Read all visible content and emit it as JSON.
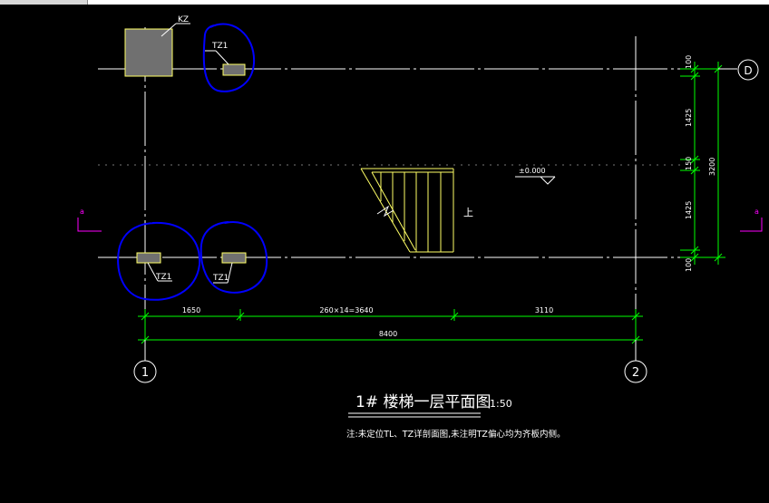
{
  "labels": {
    "kz": "KZ",
    "tz": "TZ1",
    "up": "上",
    "level": "±0.000",
    "section_mark": "a"
  },
  "grid": {
    "axis_1": "1",
    "axis_2": "2",
    "axis_d": "D"
  },
  "dimensions": {
    "right": [
      "100",
      "1425",
      "150",
      "1425",
      "100"
    ],
    "right_total": "3200",
    "bottom": [
      "1650",
      "260×14=3640",
      "3110"
    ],
    "bottom_total": "8400"
  },
  "title": {
    "text": "1# 楼梯一层平面图",
    "scale": "1:50"
  },
  "note": "注:未定位TL、TZ详剖面图,未注明TZ偏心均为齐板内侧。",
  "colors": {
    "background": "#000000",
    "axis": "#ffffff",
    "dimension": "#00ff00",
    "column": "#ffff66",
    "column_fill": "#707070",
    "annotation": "#0000ff",
    "section": "#ff00ff"
  }
}
